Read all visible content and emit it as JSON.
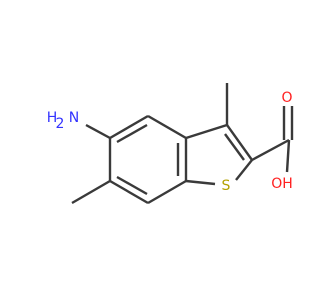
{
  "molecule": {
    "atom_labels": {
      "nh2_n": "N",
      "nh2_h": "H",
      "nh2_sub": "2",
      "ring_s": "S",
      "carbonyl_o": "O",
      "hydroxyl": "OH"
    },
    "colors": {
      "bond": "#3a3a3a",
      "nitrogen": "#3333ff",
      "sulfur": "#b3a100",
      "oxygen": "#ff2020"
    }
  }
}
